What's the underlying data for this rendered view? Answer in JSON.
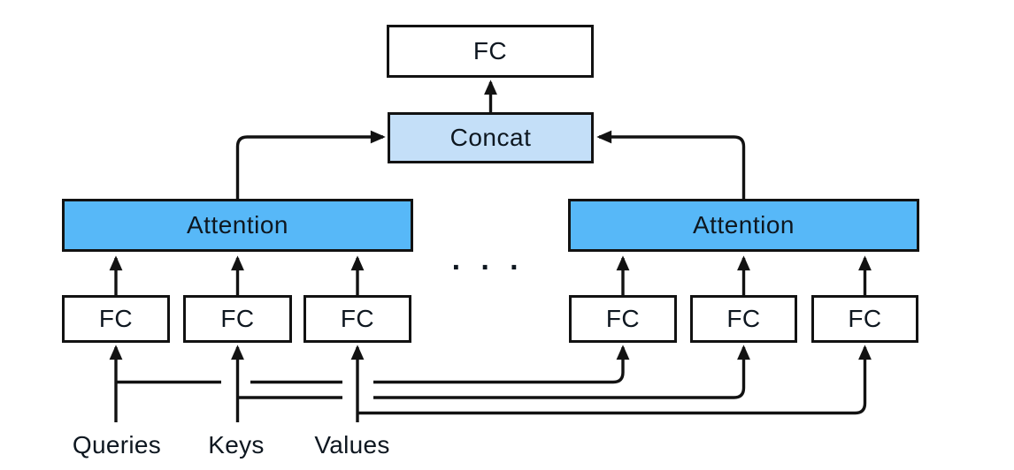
{
  "diagram": {
    "output_fc": "FC",
    "concat": "Concat",
    "attention_left": "Attention",
    "attention_right": "Attention",
    "ellipsis": "· · ·",
    "fc_left": [
      "FC",
      "FC",
      "FC"
    ],
    "fc_right": [
      "FC",
      "FC",
      "FC"
    ],
    "input_labels": [
      "Queries",
      "Keys",
      "Values"
    ]
  },
  "colors": {
    "attention_fill": "#57B8F8",
    "concat_fill": "#C4DFF8",
    "line": "#121212",
    "background": "#FFFFFF",
    "text": "#0E1720"
  }
}
